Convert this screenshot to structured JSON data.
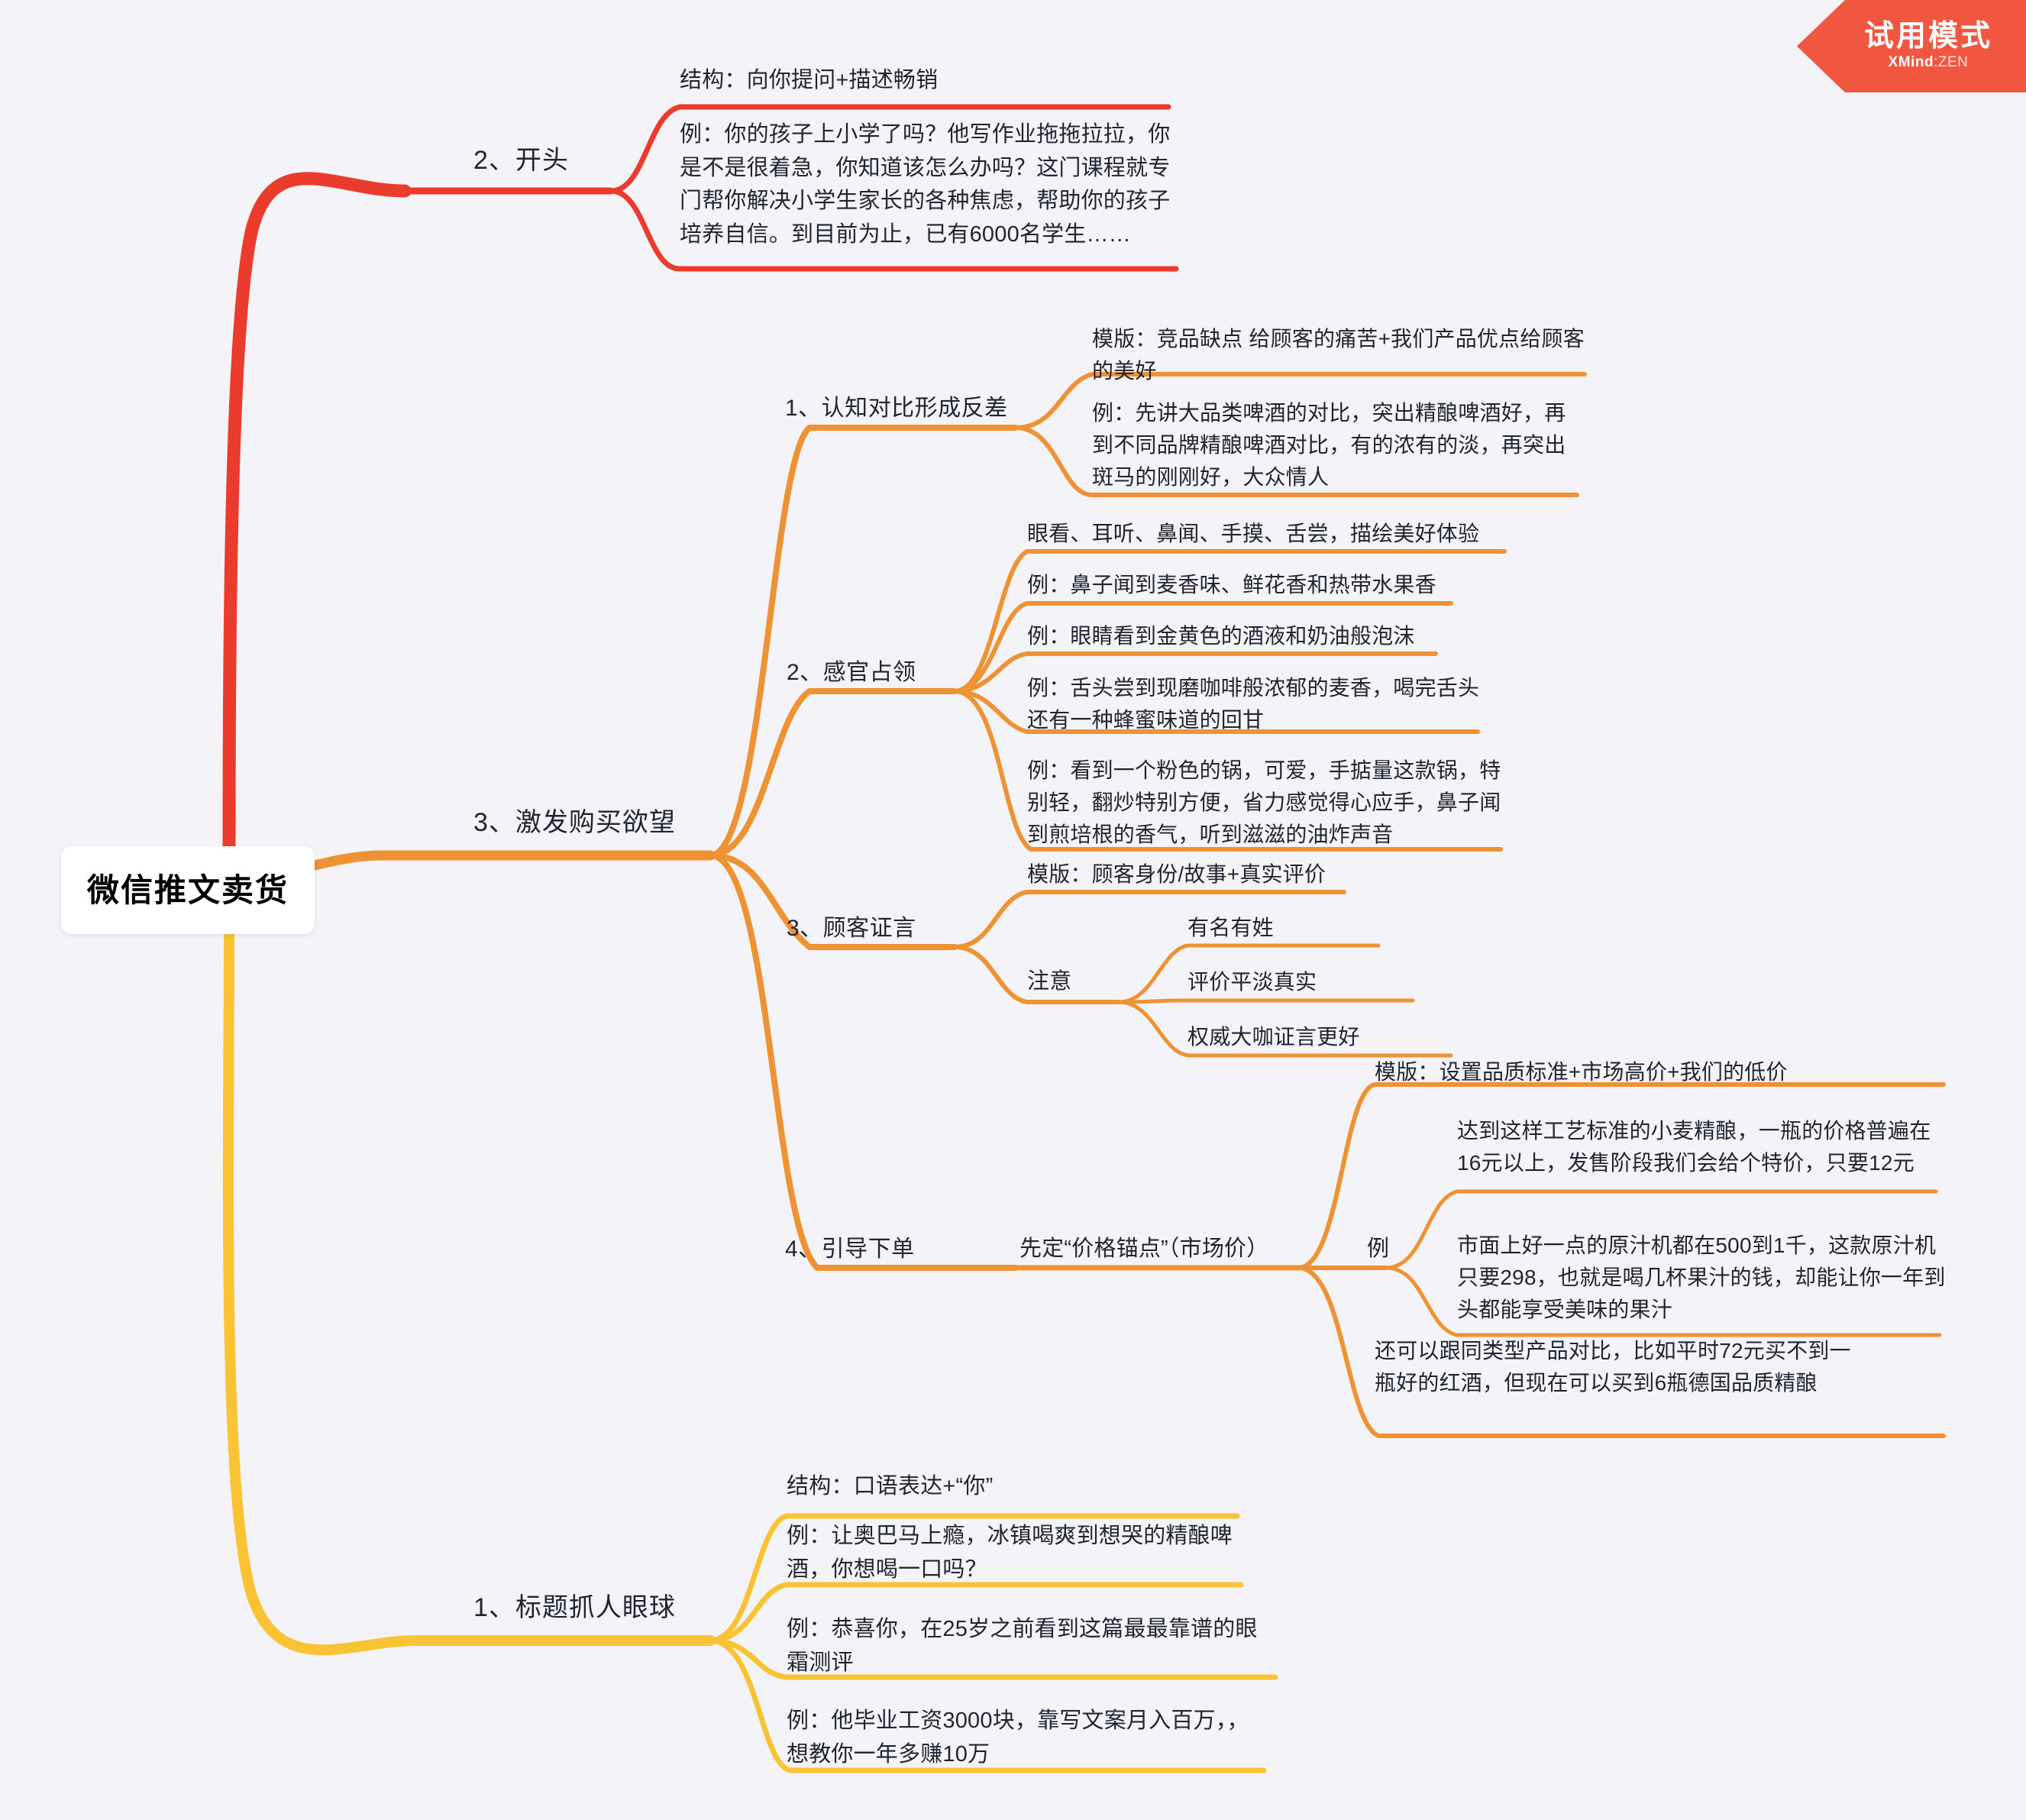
{
  "badge": {
    "title": "试用模式",
    "product_primary": "XMind",
    "product_sep": ":",
    "product_secondary": "ZEN"
  },
  "colors": {
    "background": "#f4f4f8",
    "branch_red": "#ea3b2c",
    "branch_orange": "#ef9234",
    "branch_yellow": "#f9c333",
    "badge": "#f15641",
    "text": "#1f2430",
    "root_text": "#000000"
  },
  "mindmap": {
    "root": "微信推文卖货",
    "branches": [
      {
        "id": "kaitou",
        "label": "2、开头",
        "color": "#ea3b2c",
        "children": [
          {
            "label": "结构：向你提问+描述畅销"
          },
          {
            "label": "例：你的孩子上小学了吗？他写作业拖拖拉拉，你是不是很着急，你知道该怎么办吗？这门课程就专门帮你解决小学生家长的各种焦虑，帮助你的孩子培养自信。到目前为止，已有6000名学生……"
          }
        ]
      },
      {
        "id": "jifa",
        "label": "3、激发购买欲望",
        "color": "#ef9234",
        "children": [
          {
            "label": "1、认知对比形成反差",
            "children": [
              {
                "label": "模版：竞品缺点 给顾客的痛苦+我们产品优点给顾客的美好"
              },
              {
                "label": "例：先讲大品类啤酒的对比，突出精酿啤酒好，再到不同品牌精酿啤酒对比，有的浓有的淡，再突出斑马的刚刚好，大众情人"
              }
            ]
          },
          {
            "label": "2、感官占领",
            "children": [
              {
                "label": "眼看、耳听、鼻闻、手摸、舌尝，描绘美好体验"
              },
              {
                "label": "例：鼻子闻到麦香味、鲜花香和热带水果香"
              },
              {
                "label": "例：眼睛看到金黄色的酒液和奶油般泡沫"
              },
              {
                "label": "例：舌头尝到现磨咖啡般浓郁的麦香，喝完舌头还有一种蜂蜜味道的回甘"
              },
              {
                "label": "例：看到一个粉色的锅，可爱，手掂量这款锅，特别轻，翻炒特别方便，省力感觉得心应手，鼻子闻到煎培根的香气，听到滋滋的油炸声音"
              }
            ]
          },
          {
            "label": "3、顾客证言",
            "children": [
              {
                "label": "模版：顾客身份/故事+真实评价"
              },
              {
                "label": "注意",
                "children": [
                  {
                    "label": "有名有姓"
                  },
                  {
                    "label": "评价平淡真实"
                  },
                  {
                    "label": "权威大咖证言更好"
                  }
                ]
              }
            ]
          },
          {
            "label": "4、引导下单",
            "children": [
              {
                "label": "先定“价格锚点”（市场价）",
                "children": [
                  {
                    "label": "模版：设置品质标准+市场高价+我们的低价"
                  },
                  {
                    "label": "例",
                    "children": [
                      {
                        "label": "达到这样工艺标准的小麦精酿，一瓶的价格普遍在16元以上，发售阶段我们会给个特价，只要12元"
                      },
                      {
                        "label": "市面上好一点的原汁机都在500到1千，这款原汁机只要298，也就是喝几杯果汁的钱，却能让你一年到头都能享受美味的果汁"
                      }
                    ]
                  },
                  {
                    "label": "还可以跟同类型产品对比，比如平时72元买不到一瓶好的红酒，但现在可以买到6瓶德国品质精酿"
                  }
                ]
              }
            ]
          }
        ]
      },
      {
        "id": "biaoti",
        "label": "1、标题抓人眼球",
        "color": "#f9c333",
        "children": [
          {
            "label": "结构：口语表达+“你”"
          },
          {
            "label": "例：让奥巴马上瘾，冰镇喝爽到想哭的精酿啤酒，你想喝一口吗？"
          },
          {
            "label": "例：恭喜你，在25岁之前看到这篇最最靠谱的眼霜测评"
          },
          {
            "label": "例：他毕业工资3000块，靠写文案月入百万，，想教你一年多赚10万"
          }
        ]
      }
    ]
  }
}
